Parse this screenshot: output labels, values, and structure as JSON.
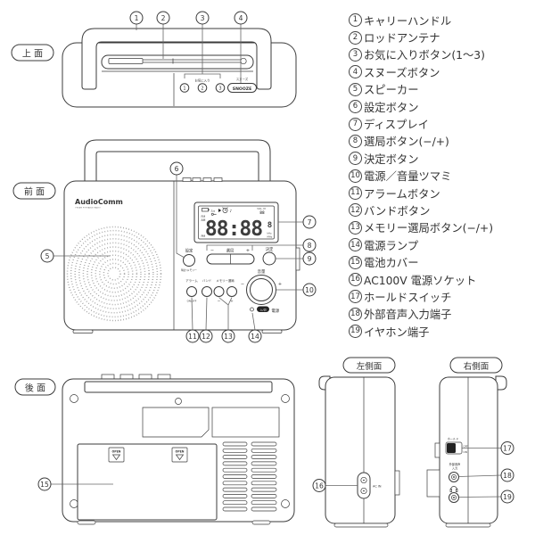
{
  "co": {
    "n1": "1",
    "n2": "2",
    "n3": "3",
    "n4": "4",
    "n5": "5",
    "n6": "6",
    "n7": "7",
    "n8": "8",
    "n9": "9",
    "n10": "10",
    "n11": "11",
    "n12": "12",
    "n13": "13",
    "n14": "14",
    "n15": "15",
    "n16": "16",
    "n17": "17",
    "n18": "18",
    "n19": "19"
  },
  "legend": {
    "items": [
      {
        "num": "1",
        "label": "キャリーハンドル"
      },
      {
        "num": "2",
        "label": "ロッドアンテナ"
      },
      {
        "num": "3",
        "label": "お気に入りボタン(1〜3)"
      },
      {
        "num": "4",
        "label": "スヌーズボタン"
      },
      {
        "num": "5",
        "label": "スピーカー"
      },
      {
        "num": "6",
        "label": "設定ボタン"
      },
      {
        "num": "7",
        "label": "ディスプレイ"
      },
      {
        "num": "8",
        "label": "選局ボタン(−/+)"
      },
      {
        "num": "9",
        "label": "決定ボタン"
      },
      {
        "num": "10",
        "label": "電源／音量ツマミ"
      },
      {
        "num": "11",
        "label": "アラームボタン"
      },
      {
        "num": "12",
        "label": "バンドボタン"
      },
      {
        "num": "13",
        "label": "メモリー選局ボタン(−/+)"
      },
      {
        "num": "14",
        "label": "電源ランプ"
      },
      {
        "num": "15",
        "label": "電池カバー"
      },
      {
        "num": "16",
        "label": "AC100V 電源ソケット"
      },
      {
        "num": "17",
        "label": "ホールドスイッチ"
      },
      {
        "num": "18",
        "label": "外部音声入力端子"
      },
      {
        "num": "19",
        "label": "イヤホン端子"
      }
    ]
  },
  "top": {
    "title": "上 面",
    "fav_label": "お気に入り",
    "fav1": "1",
    "fav2": "2",
    "fav3": "3",
    "snooze_small": "スヌーズ",
    "snooze_btn": "SNOOZE"
  },
  "front": {
    "title": "前 面",
    "brand": "AudioComm",
    "brand_sub": "FM/AM PORTABLE RADIO",
    "set_label": "設定",
    "set_sub": "時計/メモリー",
    "tune_minus": "−",
    "tune_label": "選局",
    "tune_plus": "+",
    "enter_label": "決定",
    "vol_label": "音量",
    "vol_minus": "−",
    "vol_plus": "+",
    "alarm_label": "アラーム",
    "alarm_sub": "ON/OFF",
    "band_label": "バンド",
    "mem_label": "メモリー選局",
    "mem_minus": "−",
    "mem_plus": "+",
    "lamp_switch": "入/切",
    "lamp_label": "電源",
    "display": {
      "zzz": "Zzz",
      "vol_m": "VOL. M",
      "preset": "88",
      "fm": "FM",
      "am": "AM",
      "pm": "PM",
      "time": "88:88",
      "digit": "8",
      "khz": "kHz",
      "mhz": "MHz",
      "note": "♪"
    }
  },
  "back": {
    "title": "後 面",
    "open": "OPEN"
  },
  "left": {
    "title": "左側面",
    "ac_in": "AC IN"
  },
  "right": {
    "title": "右側面",
    "hold_label": "ホールド",
    "hold_off": "OFF",
    "hold_on": "ON",
    "ext1": "外部音声",
    "ext2": "入力"
  }
}
